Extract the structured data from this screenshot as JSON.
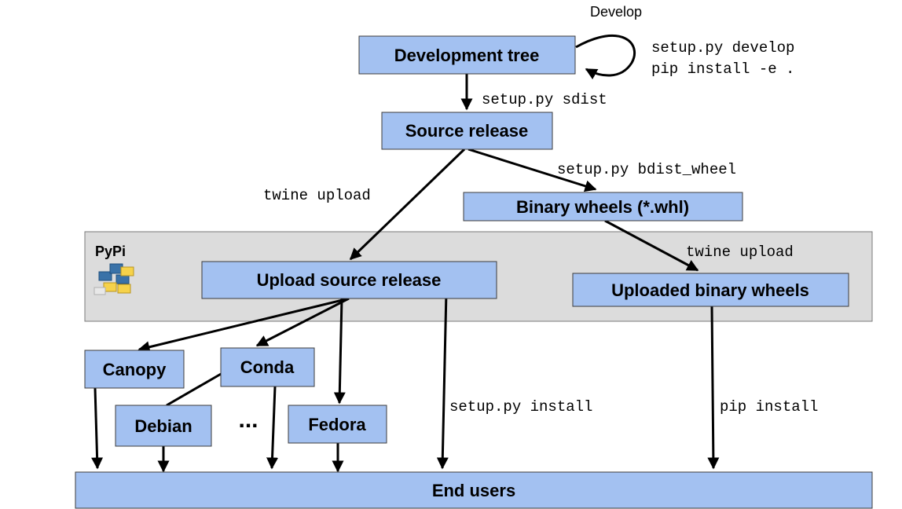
{
  "nodes": {
    "development_tree": "Development  tree",
    "source_release": "Source release",
    "binary_wheels": "Binary wheels (*.whl)",
    "upload_source_release": "Upload source release",
    "uploaded_binary_wheels": "Uploaded binary wheels",
    "canopy": "Canopy",
    "conda": "Conda",
    "debian": "Debian",
    "fedora": "Fedora",
    "ellipsis": "...",
    "end_users": "End users"
  },
  "region": {
    "label": "PyPi",
    "icon": "python-logo-icon"
  },
  "labels": {
    "develop": "Develop",
    "develop_cmd_1": "setup.py develop",
    "develop_cmd_2": "pip install -e .",
    "sdist": "setup.py sdist",
    "bdist_wheel": "setup.py bdist_wheel",
    "twine_upload_source": "twine upload",
    "twine_upload_wheels": "twine upload",
    "setup_install": "setup.py install",
    "pip_install": "pip install"
  },
  "colors": {
    "node_fill": "#a3c1f1",
    "region_fill": "#dcdcdc",
    "python_blue": "#3a72a8",
    "python_yellow": "#f6d24a"
  }
}
